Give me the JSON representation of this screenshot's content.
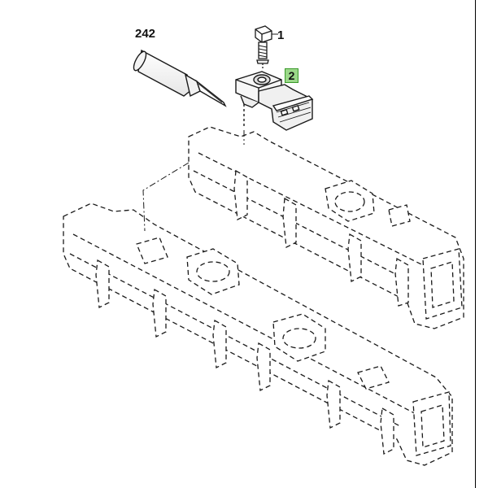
{
  "callouts": {
    "sealant": "242",
    "bolt": "1",
    "sensor": "2"
  },
  "colors": {
    "highlight_fill": "#9bd889",
    "highlight_border": "#3a9a2a",
    "line": "#1a1a1a"
  }
}
